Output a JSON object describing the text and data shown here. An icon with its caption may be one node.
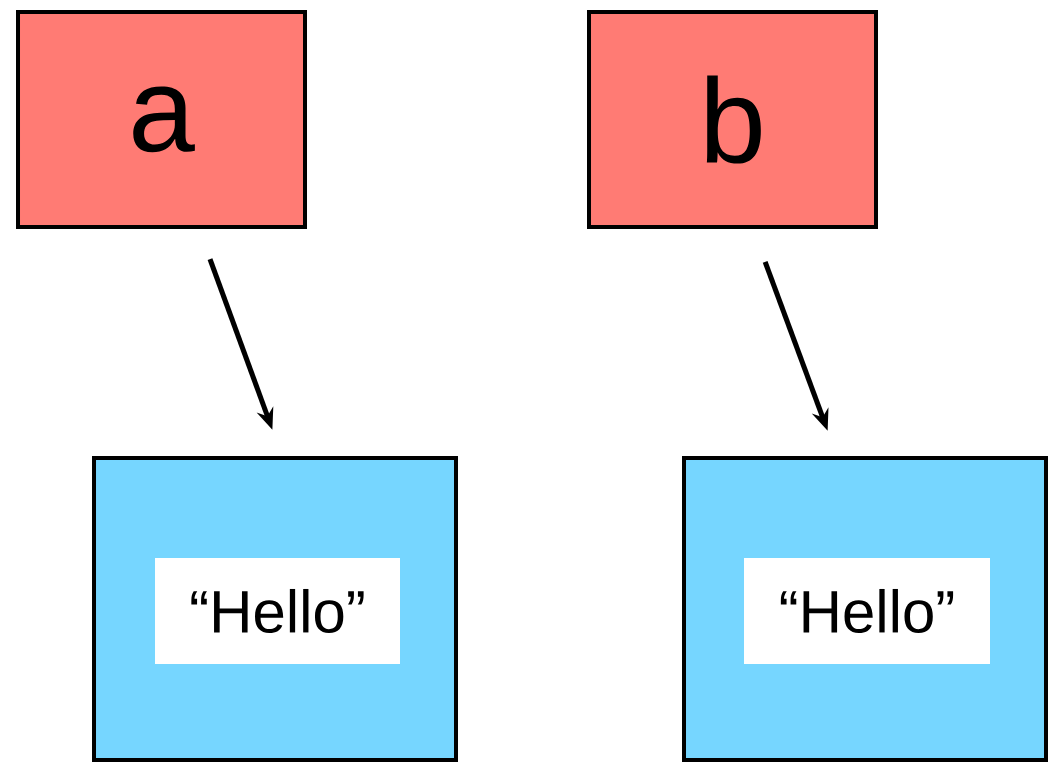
{
  "diagram": {
    "nodes": [
      {
        "text": [
          "a"
        ]
      },
      {
        "text": [
          "b"
        ]
      },
      {
        "text": [],
        "shape": "box"
      },
      {
        "text": [
          "“Hello”"
        ],
        "in": 2
      },
      {
        "text": [],
        "shape": "box"
      },
      {
        "text": [
          "“Hello”"
        ],
        "in": 4
      }
    ],
    "edges": [
      {
        "from": 0,
        "to": 2,
        "arrow": "to"
      },
      {
        "from": 1,
        "to": 4,
        "arrow": "to"
      }
    ]
  }
}
